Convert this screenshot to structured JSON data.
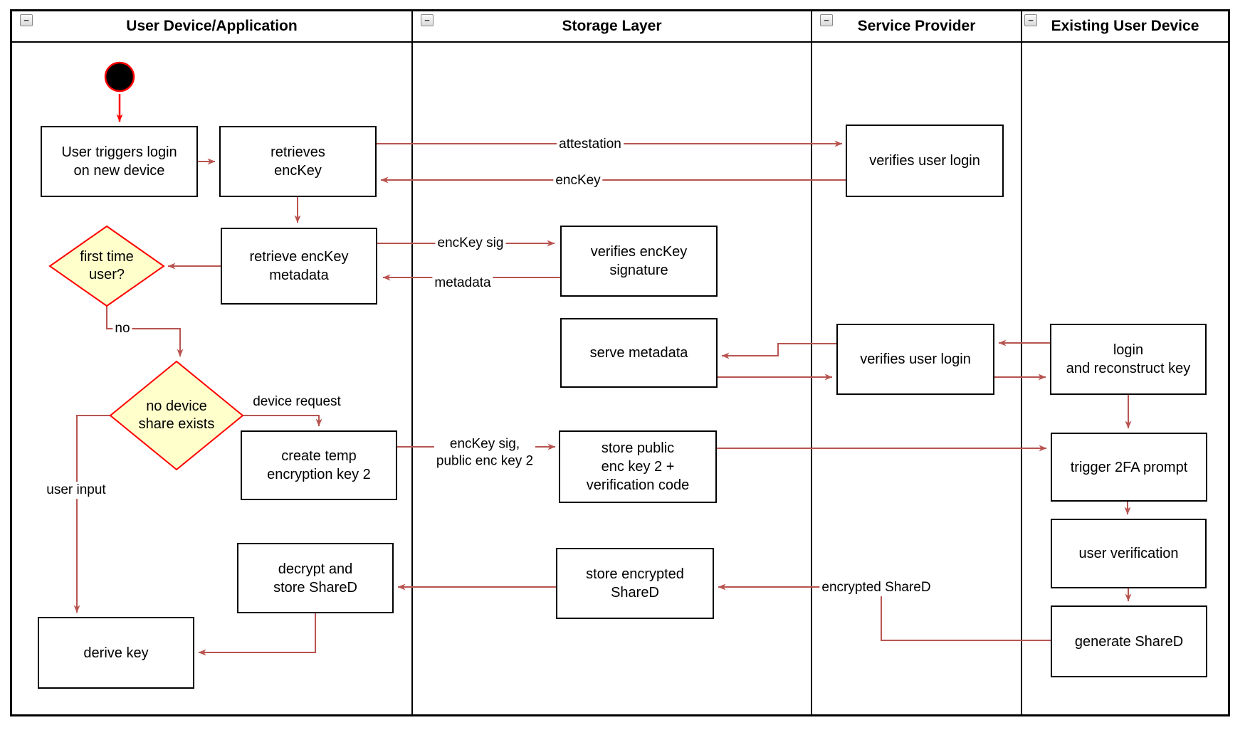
{
  "diagram": {
    "collapse_glyph": "−",
    "lanes": [
      {
        "title": "User Device/Application"
      },
      {
        "title": "Storage Layer"
      },
      {
        "title": "Service Provider"
      },
      {
        "title": "Existing User Device"
      }
    ],
    "nodes": {
      "user_triggers": "User triggers login\non new device",
      "retrieves_enckey": "retrieves\nencKey",
      "retrieve_enckey_metadata": "retrieve encKey\nmetadata",
      "create_temp_key": "create temp\nencryption key 2",
      "decrypt_store_shared": "decrypt and\nstore ShareD",
      "derive_key": "derive key",
      "verifies_enckey_signature": "verifies encKey\nsignature",
      "serve_metadata": "serve metadata",
      "store_public_key": "store public\nenc key 2 +\nverification code",
      "store_encrypted_shared": "store encrypted\nShareD",
      "verifies_user_login_top": "verifies user login",
      "verifies_user_login_mid": "verifies user login",
      "login_reconstruct_key": "login\nand reconstruct key",
      "trigger_2fa_prompt": "trigger 2FA prompt",
      "user_verification": "user verification",
      "generate_shared": "generate ShareD"
    },
    "decisions": {
      "first_time_user": "first time\nuser?",
      "no_device_share": "no device\nshare exists"
    },
    "edge_labels": {
      "attestation": "attestation",
      "enckey": "encKey",
      "enckey_sig": "encKey sig",
      "metadata": "metadata",
      "enckey_sig_public": "encKey sig,\npublic enc key 2",
      "device_request": "device request",
      "no": "no",
      "user_input": "user input",
      "encrypted_shared": "encrypted ShareD"
    },
    "colors": {
      "edge_arrow": "#b85450",
      "start_arrow": "#ff0000",
      "decision_fill": "#ffffcc",
      "decision_border": "#ff0000",
      "shape_border": "#000000",
      "start_fill": "#000000"
    }
  }
}
